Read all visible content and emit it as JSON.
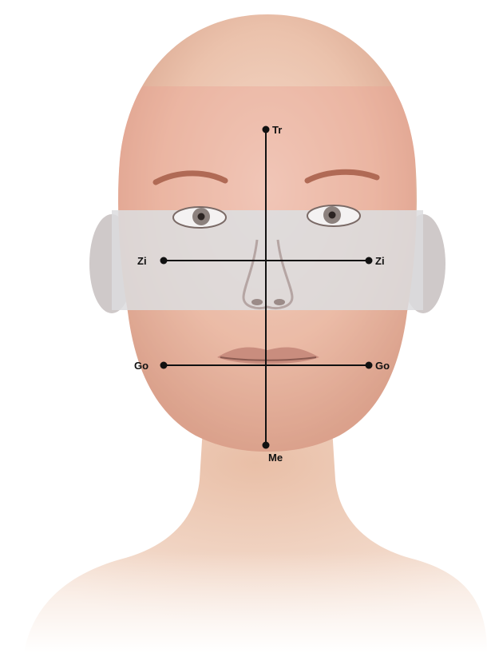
{
  "figure": {
    "description_colors": {
      "skin_light": "#f1d4c2",
      "skin_mid": "#e6b8a0",
      "skin_shadow": "#c98f79",
      "band_upper": "#e9a99a",
      "band_middle": "#d9d9db",
      "band_lower": "#e7b1a1",
      "line": "#111111",
      "point": "#111111"
    },
    "landmarks": {
      "tr": "Tr",
      "zi_left": "Zi",
      "zi_right": "Zi",
      "go_left": "Go",
      "go_right": "Go",
      "me": "Me"
    },
    "icons": {
      "head": "head-illustration",
      "point": "landmark-dot"
    }
  }
}
